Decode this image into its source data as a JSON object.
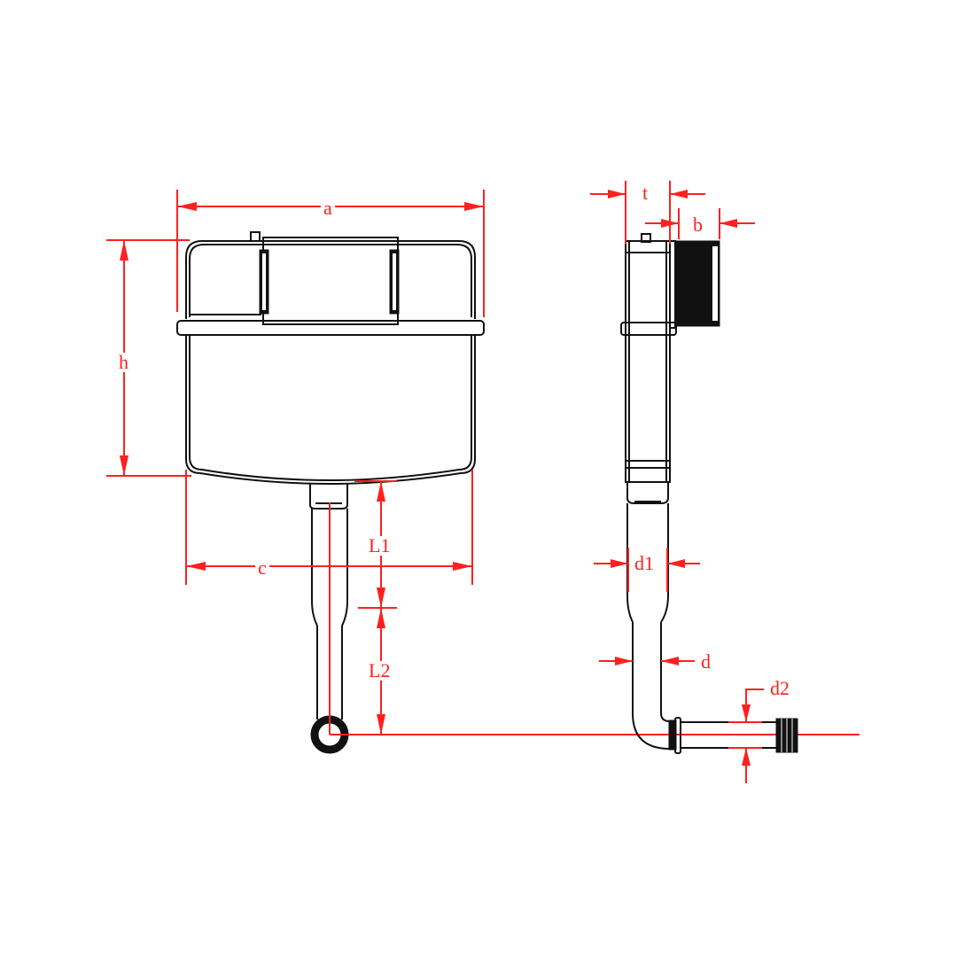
{
  "diagram": {
    "title": "Concealed cistern dimension drawing",
    "colors": {
      "outline": "#111111",
      "dimension": "#ff2020",
      "background": "#ffffff"
    },
    "front_view": {
      "labels": {
        "a": "a",
        "h": "h",
        "c": "c",
        "L1": "L1",
        "L2": "L2"
      }
    },
    "side_view": {
      "labels": {
        "t": "t",
        "b": "b",
        "d1": "d1",
        "d": "d",
        "d2": "d2"
      }
    }
  }
}
